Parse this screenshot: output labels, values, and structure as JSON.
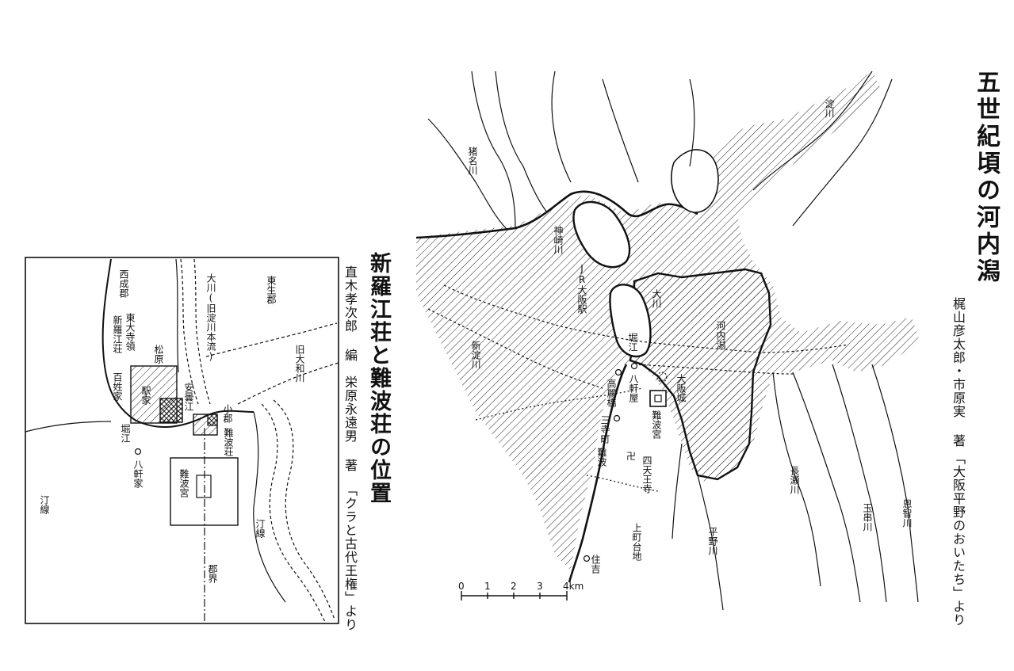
{
  "main_map": {
    "title": "五世紀頃の河内潟",
    "credit_authors": "梶山彦太郎・市原実 著",
    "credit_source": "「大阪平野のおいたち」より",
    "labels": {
      "inagawa": "猪名川",
      "yodogawa": "淀川",
      "kanzakigawa": "神崎川",
      "jr_osaka": "JR大阪駅",
      "okawa": "大川",
      "kawachi_gata": "河内潟",
      "horie": "堀江",
      "shin_yodogawa": "新淀川",
      "osaka_jo": "大阪城",
      "hakkenya": "八軒屋",
      "korai_bashi": "高麗橋",
      "naniwa_miya": "難波宮",
      "sanjo_machi": "三寺町",
      "naniwa": "難波",
      "shitennoji": "四天王寺",
      "uemachi": "上町台地",
      "sumiyoshi": "住吉",
      "nagasegawa": "長瀬川",
      "hiranogawa": "平野川",
      "tamakushigawa": "玉串川",
      "onjigawa": "恩智川",
      "temple_mark": "卍"
    },
    "scale": {
      "ticks": [
        "0",
        "1",
        "2",
        "3",
        "4km"
      ]
    }
  },
  "inset_map": {
    "title": "新羅江荘と難波荘の位置",
    "credit_1": "直木孝次郎 編　栄原永遠男 著",
    "credit_2": "「クラと古代王権」より",
    "labels": {
      "nishinari": "西成郡",
      "higashinari": "東生郡",
      "okawa_kyu": "大川(旧淀川本流)",
      "kyu_yamatogawa": "旧大和川",
      "todaiji_ryo": "東大寺領",
      "shiragie_sho": "新羅江荘",
      "matsubara": "松原",
      "hyakusho_ke": "百姓家",
      "ekika": "駅家",
      "anjiue": "安曇江",
      "ogori": "小郡",
      "naniwa_sho": "難波荘",
      "horie": "堀江",
      "hakkenya_ke": "八軒家",
      "naniwa_miya": "難波宮",
      "teisen_left": "汀線",
      "teisen_right": "汀線",
      "gunkai": "郡界"
    }
  }
}
